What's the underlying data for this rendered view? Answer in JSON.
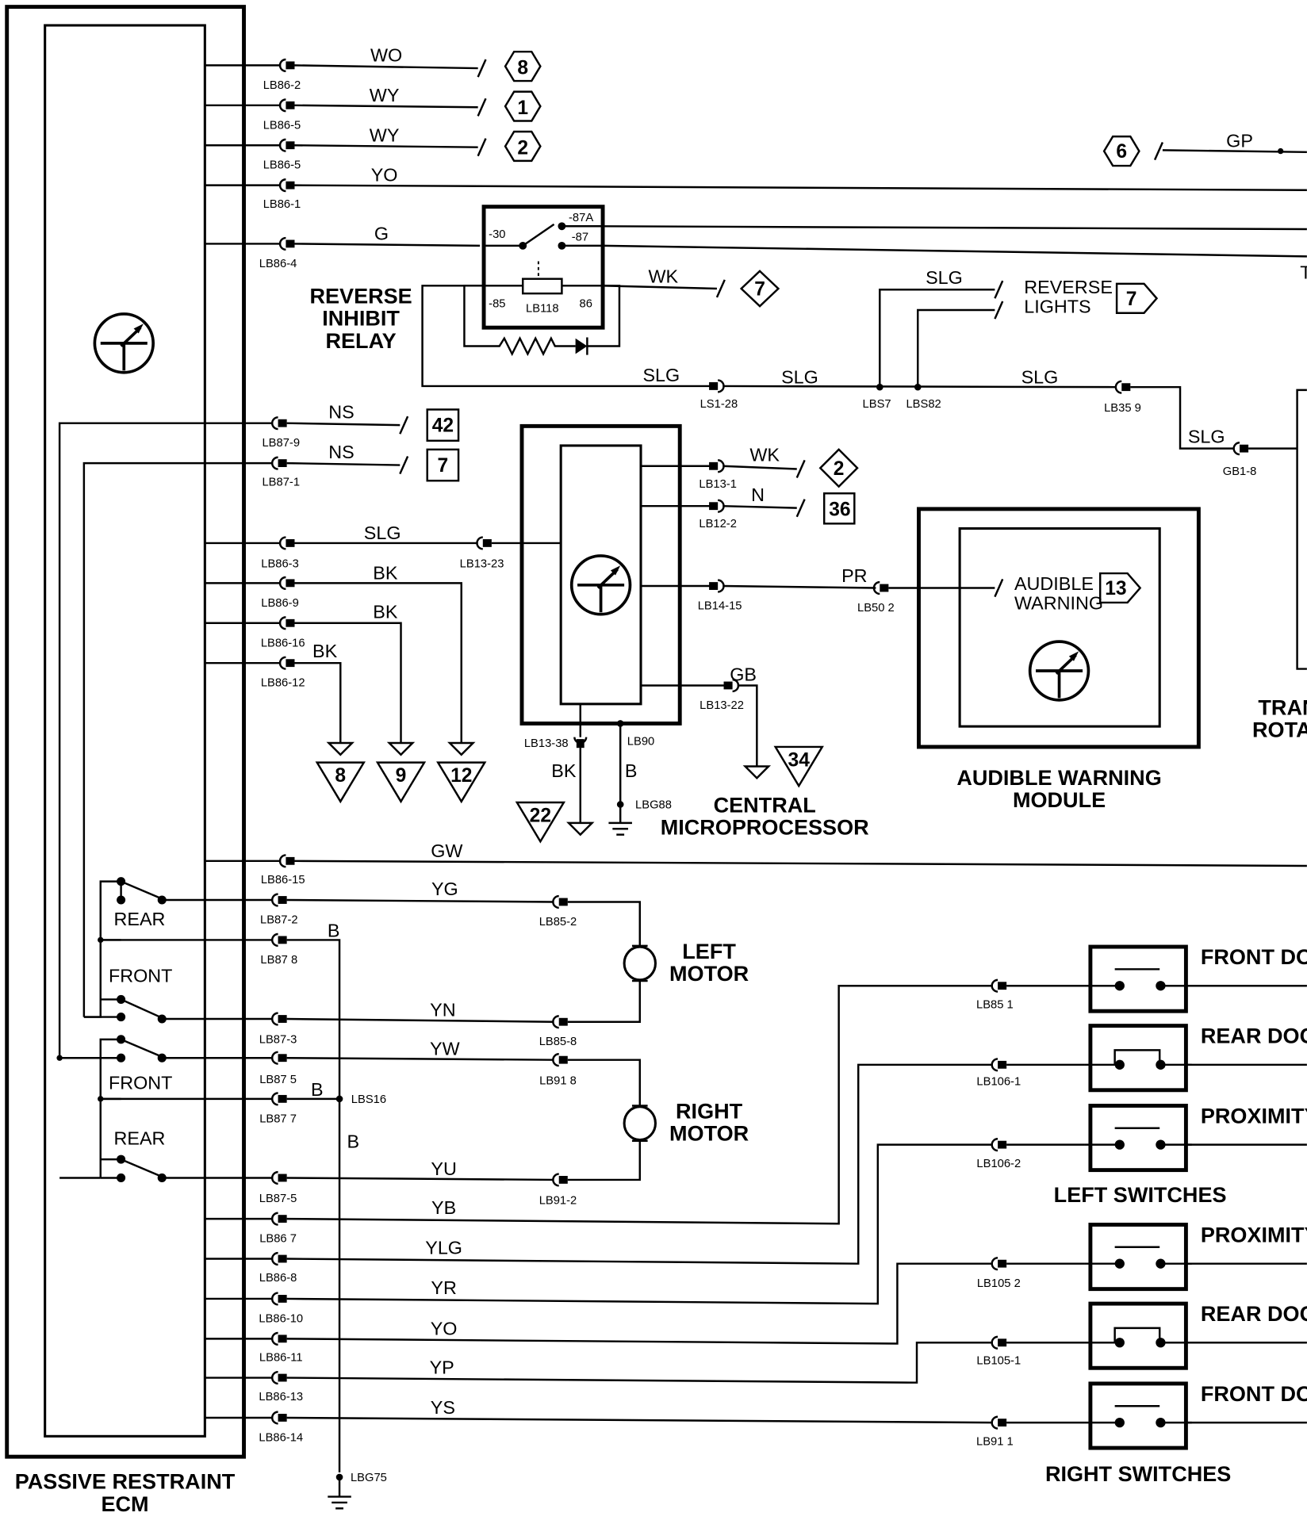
{
  "ecm": {
    "label_line1": "PASSIVE RESTRAINT",
    "label_line2": "ECM"
  },
  "relay": {
    "title1": "REVERSE",
    "title2": "INHIBIT",
    "title3": "RELAY",
    "id": "LB118",
    "pin30": "-30",
    "pin87a": "-87A",
    "pin87": "-87",
    "pin85": "-85",
    "pin86": "86"
  },
  "top_wires": [
    {
      "color": "WO",
      "connector": "LB86-2",
      "ref": "8"
    },
    {
      "color": "WY",
      "connector": "LB86-5",
      "ref": "1"
    },
    {
      "color": "WY",
      "connector": "LB86-5",
      "ref": "2"
    },
    {
      "color": "YO",
      "connector": "LB86-1"
    },
    {
      "color": "G",
      "connector": "LB86-4"
    }
  ],
  "gp_wire": {
    "color": "GP",
    "ref": "6"
  },
  "relay_out": {
    "color": "WK",
    "ref": "7"
  },
  "reverse_lights": {
    "line1": "REVERSE",
    "line2": "LIGHTS",
    "color": "SLG",
    "ref": "7"
  },
  "slg_run": {
    "color1": "SLG",
    "conn1": "LS1-28",
    "color2": "SLG",
    "splice1": "LBS7",
    "splice2": "LBS82",
    "color3": "SLG",
    "conn2": "LB35 9",
    "color4": "SLG",
    "conn3": "GB1-8"
  },
  "ns_wires": [
    {
      "color": "NS",
      "connector": "LB87-9",
      "ref": "42"
    },
    {
      "color": "NS",
      "connector": "LB87-1",
      "ref": "7"
    }
  ],
  "cpu": {
    "title1": "CENTRAL",
    "title2": "MICROPROCESSOR",
    "in_color": "SLG",
    "in_conn_ecm": "LB86-3",
    "in_conn": "LB13-23",
    "out1": {
      "color": "WK",
      "conn": "LB13-1",
      "ref": "2"
    },
    "out2": {
      "color": "N",
      "conn": "LB12-2",
      "ref": "36"
    },
    "out3": {
      "conn": "LB14-15"
    },
    "gb": {
      "color": "GB",
      "conn": "LB13-22",
      "ref": "34"
    },
    "bottom1": {
      "conn": "LB13-38",
      "color": "BK",
      "ref": "22"
    },
    "bottom2": {
      "conn": "LB90",
      "color": "B",
      "ground": "LBG88"
    }
  },
  "bk_wires": [
    {
      "color": "BK",
      "connector": "LB86-9",
      "ref": "12"
    },
    {
      "color": "BK",
      "connector": "LB86-16",
      "ref": "9"
    },
    {
      "color": "BK",
      "connector": "LB86-12",
      "ref": "8"
    }
  ],
  "audible": {
    "title1": "AUDIBLE WARNING",
    "title2": "MODULE",
    "pr_color": "PR",
    "pr_conn": "LB50 2",
    "inner1": "AUDIBLE",
    "inner2": "WARNING",
    "ref": "13"
  },
  "tran": {
    "line1": "TRAN",
    "line2": "ROTAR",
    "t": "T"
  },
  "gw_wire": {
    "color": "GW",
    "connector": "LB86-15"
  },
  "switch_labels": {
    "rear1": "REAR",
    "front1": "FRONT",
    "front2": "FRONT",
    "rear2": "REAR"
  },
  "left_motor": {
    "line1": "LEFT",
    "line2": "MOTOR",
    "yg": "YG",
    "yg_ecm": "LB87-2",
    "yg_conn": "LB85-2",
    "yn": "YN",
    "yn_ecm": "LB87-3",
    "yn_conn": "LB85-8"
  },
  "right_motor": {
    "line1": "RIGHT",
    "line2": "MOTOR",
    "yw": "YW",
    "yw_ecm": "LB87 5",
    "yw_conn": "LB91 8",
    "yu": "YU",
    "yu_ecm": "LB87-5",
    "yu_conn": "LB91-2"
  },
  "b_wires": {
    "b1": "B",
    "c1": "LB87 8",
    "b2": "B",
    "c2": "LB87 7",
    "splice": "LBS16",
    "b3": "B",
    "ground": "LBG75"
  },
  "sw_wires": [
    {
      "color": "YB",
      "ecm": "LB86 7",
      "conn": "LB85 1",
      "label": "FRONT DOC"
    },
    {
      "color": "YLG",
      "ecm": "LB86-8",
      "conn": "LB106-1",
      "label": "REAR DOCK"
    },
    {
      "color": "YR",
      "ecm": "LB86-10",
      "conn": "LB106-2",
      "label": "PROXIMITY"
    },
    {
      "color": "YO",
      "ecm": "LB86-11",
      "conn": "LB105 2",
      "label": "PROXIMITY"
    },
    {
      "color": "YP",
      "ecm": "LB86-13",
      "conn": "LB105-1",
      "label": "REAR DOCK"
    },
    {
      "color": "YS",
      "ecm": "LB86-14",
      "conn": "LB91 1",
      "label": "FRONT DOC"
    }
  ],
  "left_switches": "LEFT SWITCHES",
  "right_switches": "RIGHT SWITCHES"
}
